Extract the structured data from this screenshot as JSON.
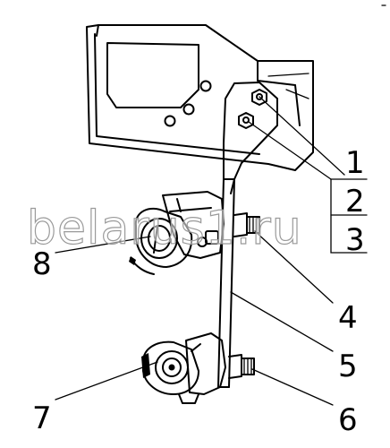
{
  "callouts": [
    "1",
    "2",
    "3",
    "4",
    "5",
    "6",
    "7",
    "8"
  ],
  "watermark": "belarus1.ru",
  "colors": {
    "ink": "#000000",
    "paper": "#ffffff",
    "watermark_outline": "#9a9a9a"
  }
}
